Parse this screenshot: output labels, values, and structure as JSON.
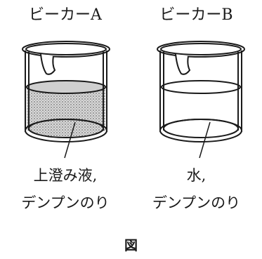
{
  "beakers": [
    {
      "title": "ビーカーA",
      "contents_line1": "上澄み液,",
      "contents_line2": "デンプンのり",
      "liquid_fill": "#bdbdbd"
    },
    {
      "title": "ビーカーB",
      "contents_line1": "水,",
      "contents_line2": "デンプンのり",
      "liquid_fill": "#ffffff"
    }
  ],
  "figure_label": "図"
}
